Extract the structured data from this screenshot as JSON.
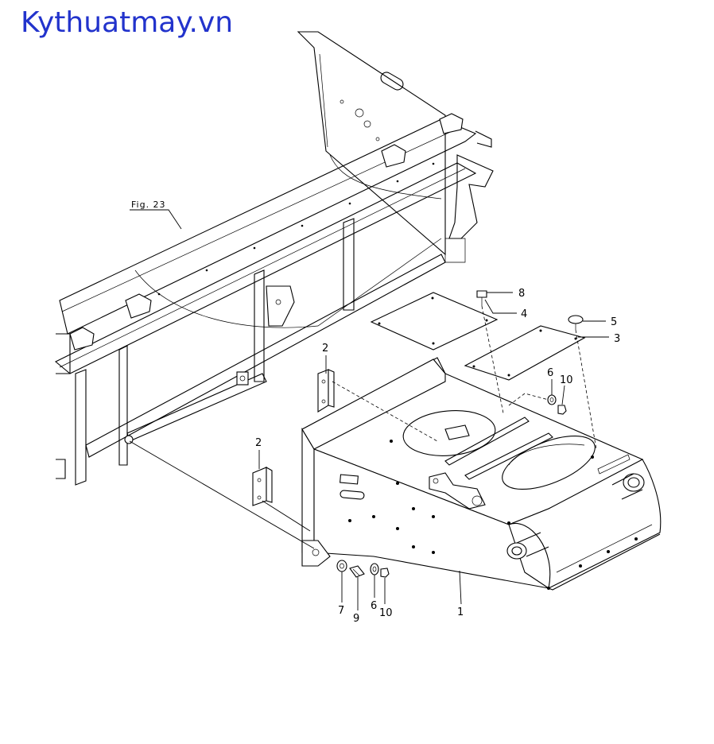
{
  "watermark": "Kythuatmay.vn",
  "figure_reference": "Fig. 23",
  "callouts": {
    "c1": "1",
    "c2a": "2",
    "c2b": "2",
    "c3": "3",
    "c4": "4",
    "c5": "5",
    "c6a": "6",
    "c6b": "6",
    "c7": "7",
    "c8": "8",
    "c9": "9",
    "c10a": "10",
    "c10b": "10"
  }
}
